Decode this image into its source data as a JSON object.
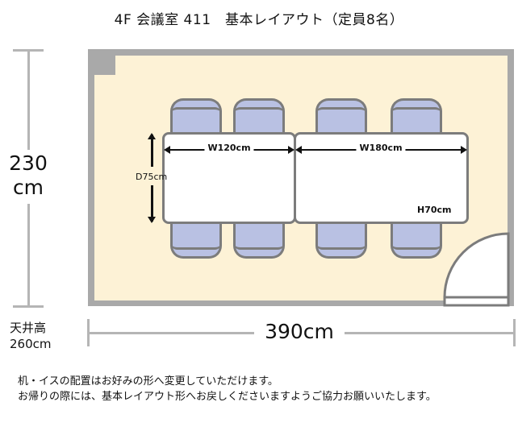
{
  "title": "4F 会議室 411　基本レイアウト（定員8名）",
  "room": {
    "depth_value": "230",
    "depth_unit": "cm",
    "width_label": "390cm",
    "ceiling_label": "天井高",
    "ceiling_value": "260cm",
    "colors": {
      "wall": "#a9a9a9",
      "floor": "#fdf2d6",
      "chair": "#b9c1e3",
      "outline": "#7c7c7c"
    }
  },
  "tables": [
    {
      "width_label": "W120cm",
      "depth_label": "D75cm"
    },
    {
      "width_label": "W180cm",
      "height_label": "H70cm"
    }
  ],
  "chairs": {
    "count": 8
  },
  "notes": [
    "机・イスの配置はお好みの形へ変更していただけます。",
    "お帰りの際には、基本レイアウト形へお戻しくださいますようご協力お願いいたします。"
  ]
}
